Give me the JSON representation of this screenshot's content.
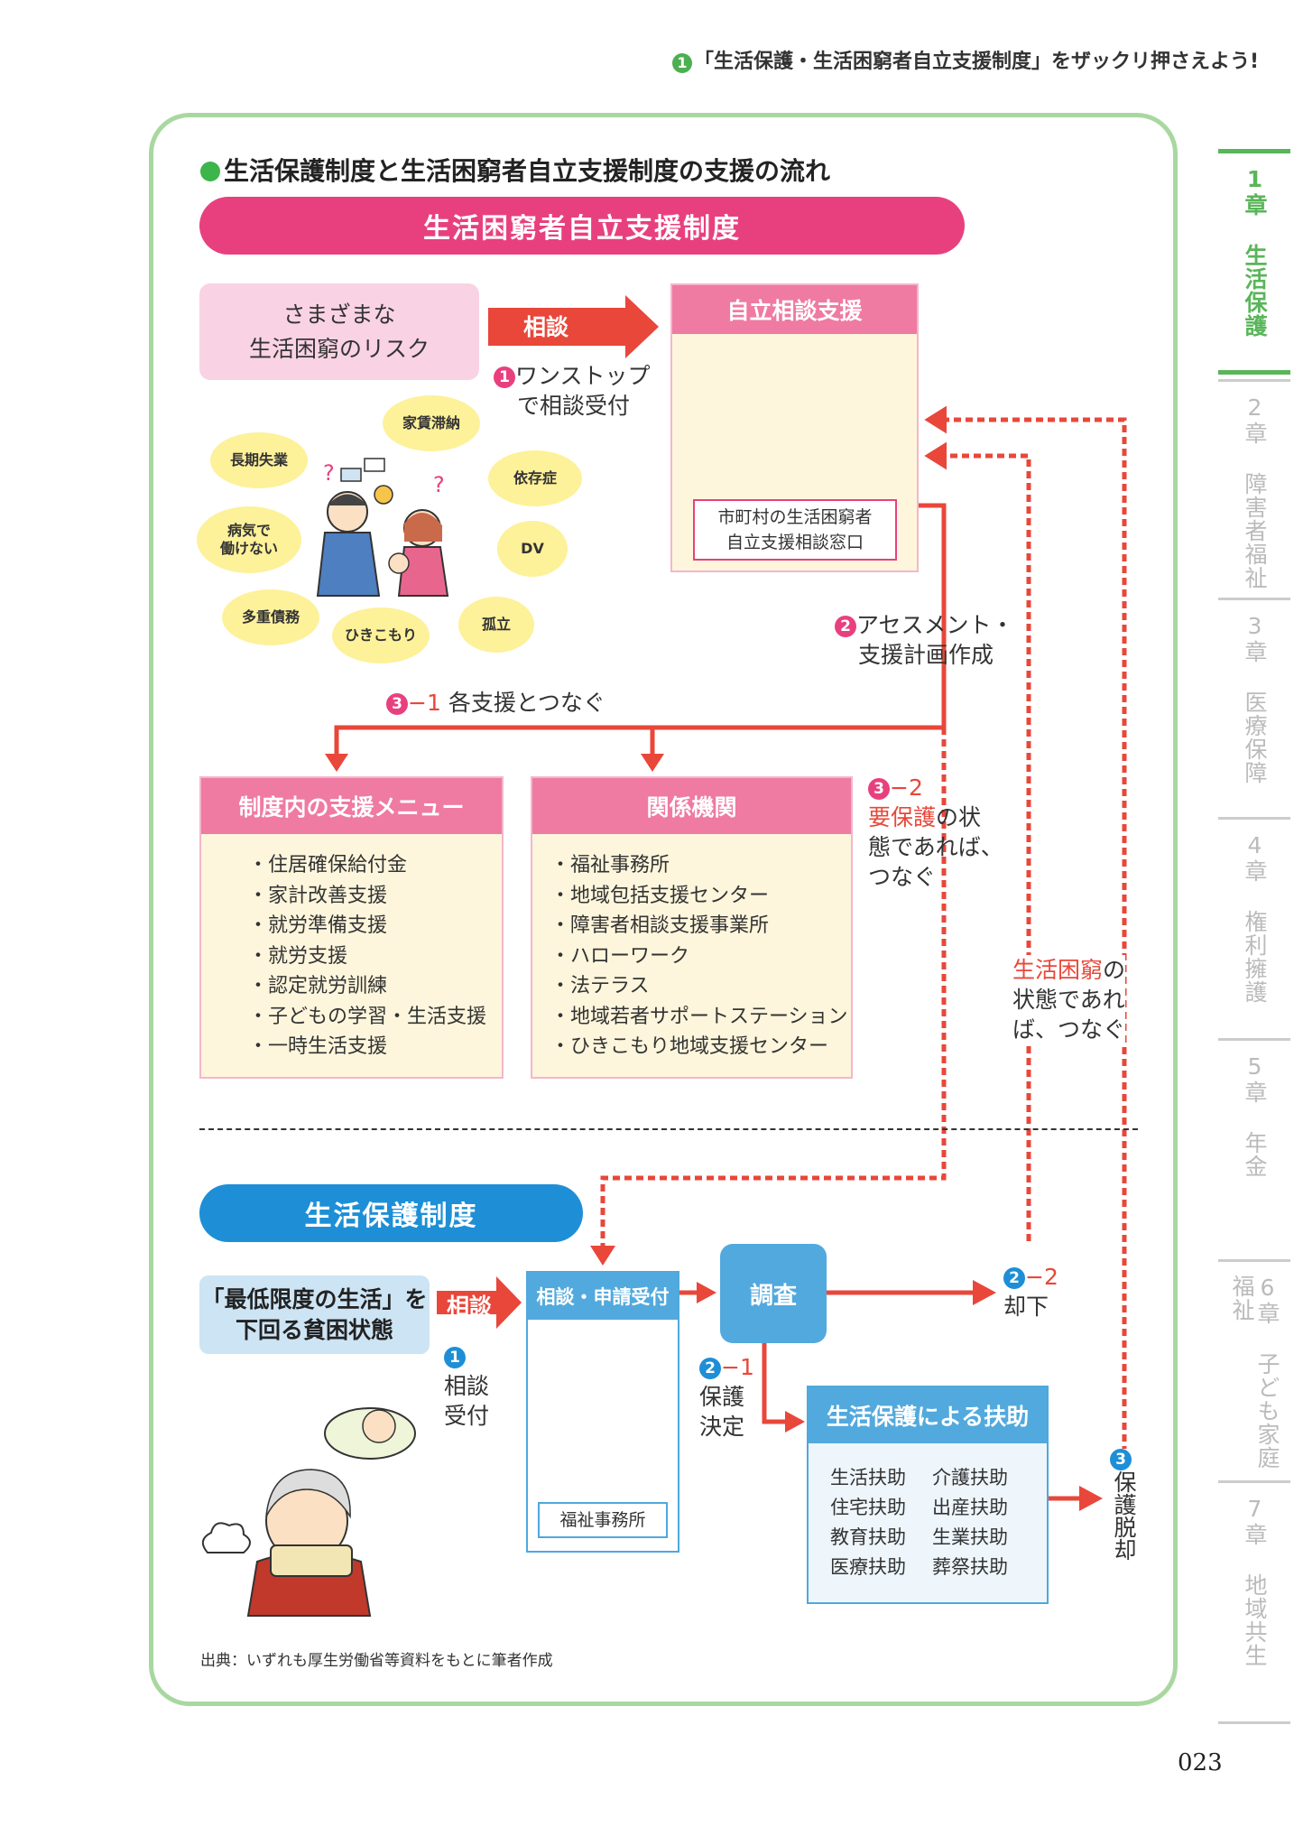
{
  "running_head": {
    "num": "1",
    "text": "「生活保護・生活困窮者自立支援制度」をザックリ押さえよう!"
  },
  "diagram_title": "生活保護制度と生活困窮者自立支援制度の支援の流れ",
  "section_jiritsu": {
    "banner": "生活困窮者自立支援制度",
    "risk_box": [
      "さまざまな",
      "生活困窮のリスク"
    ],
    "risks": [
      "家賃滞納",
      "長期失業",
      "依存症",
      "病気で",
      "働けない",
      "DV",
      "多重債務",
      "ひきこもり",
      "孤立"
    ],
    "arrow_soudan": "相談",
    "step1": {
      "num": "1",
      "lines": [
        "ワンストップ",
        "で相談受付"
      ]
    },
    "box_jiritsu": {
      "title": "自立相談支援",
      "madoguchi": [
        "市町村の生活困窮者",
        "自立支援相談窓口"
      ]
    },
    "step2": {
      "num": "2",
      "lines": [
        "アセスメント・",
        "支援計画作成"
      ]
    },
    "step3_1": {
      "num": "3",
      "suffix": "−1",
      "text": "各支援とつなぐ"
    },
    "menu_seido": {
      "title": "制度内の支援メニュー",
      "items": [
        "・住居確保給付金",
        "・家計改善支援",
        "・就労準備支援",
        "・就労支援",
        "・認定就労訓練",
        "・子どもの学習・生活支援",
        "・一時生活支援"
      ]
    },
    "menu_kikan": {
      "title": "関係機関",
      "items": [
        "・福祉事務所",
        "・地域包括支援センター",
        "・障害者相談支援事業所",
        "・ハローワーク",
        "・法テラス",
        "・地域若者サポートステーション",
        "・ひきこもり地域支援センター"
      ]
    },
    "step3_2": {
      "num": "3",
      "suffix": "−2",
      "highlight": "要保護",
      "rest1": "の状",
      "line2": "態であれば、",
      "line3": "つなぐ"
    },
    "konkyu_note": {
      "highlight": "生活困窮",
      "rest1": "の",
      "line2": "状態であれ",
      "line3": "ば、つなぐ"
    }
  },
  "section_hogo": {
    "banner": "生活保護制度",
    "poverty_box": [
      "「最低限度の生活」を",
      "下回る貧困状態"
    ],
    "arrow_soudan": "相談",
    "step1": {
      "num": "1",
      "lines": [
        "相談",
        "受付"
      ]
    },
    "box_shinsei": {
      "title": "相談・申請受付",
      "office": "福祉事務所"
    },
    "chosa": "調査",
    "step2_1": {
      "num": "2",
      "suffix": "−1",
      "lines": [
        "保護",
        "決定"
      ]
    },
    "step2_2": {
      "num": "2",
      "suffix": "−2",
      "text": "却下"
    },
    "fujo": {
      "title": "生活保護による扶助",
      "items": [
        "生活扶助",
        "介護扶助",
        "住宅扶助",
        "出産扶助",
        "教育扶助",
        "生業扶助",
        "医療扶助",
        "葬祭扶助"
      ]
    },
    "step3": {
      "num": "3",
      "text": "保護脱却"
    }
  },
  "source_note": "出典：いずれも厚生労働省等資料をもとに筆者作成",
  "page_number": "023",
  "chapter_tabs": [
    {
      "label": "1章 生活保護",
      "active": true
    },
    {
      "label": "2章 障害者福祉",
      "active": false
    },
    {
      "label": "3章 医療保障",
      "active": false
    },
    {
      "label": "4章 権利擁護",
      "active": false
    },
    {
      "label": "5章 年金",
      "active": false
    },
    {
      "label": "6章 子ども家庭福祉",
      "active": false
    },
    {
      "label": "7章 地域共生",
      "active": false
    }
  ],
  "colors": {
    "pink": "#e8407e",
    "pink_light": "#ef7aa2",
    "blue": "#1e8fd6",
    "red_arrow": "#e8473a",
    "green_frame": "#a8d8a0"
  }
}
